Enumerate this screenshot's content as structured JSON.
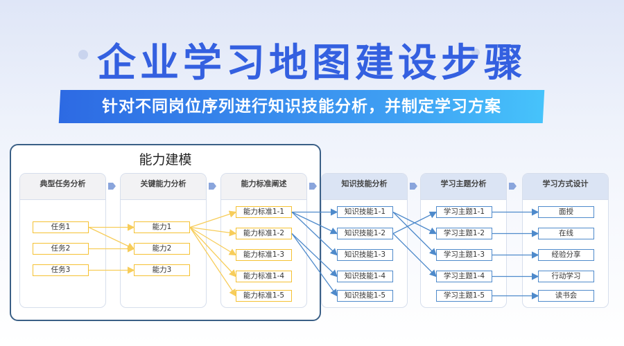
{
  "title": "企业学习地图建设步骤",
  "subtitle": "针对不同岗位序列进行知识技能分析，并制定学习方案",
  "model_group_title": "能力建模",
  "colors": {
    "title": "#3460e0",
    "yellow": "#f5c132",
    "blue": "#4e8acb",
    "frame": "#3a5f86"
  },
  "columns": [
    {
      "header": "典型任务分析",
      "nodes": [
        "任务1",
        "任务2",
        "任务3"
      ]
    },
    {
      "header": "关键能力分析",
      "nodes": [
        "能力1",
        "能力2",
        "能力3"
      ]
    },
    {
      "header": "能力标准阐述",
      "nodes": [
        "能力标准1-1",
        "能力标准1-2",
        "能力标准1-3",
        "能力标准1-4",
        "能力标准1-5"
      ]
    },
    {
      "header": "知识技能分析",
      "nodes": [
        "知识技能1-1",
        "知识技能1-2",
        "知识技能1-3",
        "知识技能1-4",
        "知识技能1-5"
      ]
    },
    {
      "header": "学习主题分析",
      "nodes": [
        "学习主题1-1",
        "学习主题1-2",
        "学习主题1-3",
        "学习主题1-4",
        "学习主题1-5"
      ]
    },
    {
      "header": "学习方式设计",
      "nodes": [
        "面授",
        "在线",
        "经验分享",
        "行动学习",
        "读书会"
      ]
    }
  ],
  "links": [
    [
      [
        0,
        0
      ],
      [
        1,
        0
      ]
    ],
    [
      [
        0,
        0
      ],
      [
        1,
        1
      ]
    ],
    [
      [
        0,
        1
      ],
      [
        1,
        1
      ]
    ],
    [
      [
        0,
        2
      ],
      [
        1,
        2
      ]
    ],
    [
      [
        1,
        0
      ],
      [
        2,
        0
      ]
    ],
    [
      [
        1,
        0
      ],
      [
        2,
        1
      ]
    ],
    [
      [
        1,
        0
      ],
      [
        2,
        2
      ]
    ],
    [
      [
        1,
        0
      ],
      [
        2,
        3
      ]
    ],
    [
      [
        1,
        0
      ],
      [
        2,
        4
      ]
    ],
    [
      [
        2,
        0
      ],
      [
        3,
        0
      ]
    ],
    [
      [
        2,
        0
      ],
      [
        3,
        1
      ]
    ],
    [
      [
        2,
        0
      ],
      [
        3,
        2
      ]
    ],
    [
      [
        2,
        1
      ],
      [
        3,
        3
      ]
    ],
    [
      [
        2,
        1
      ],
      [
        3,
        4
      ]
    ],
    [
      [
        3,
        0
      ],
      [
        4,
        1
      ]
    ],
    [
      [
        3,
        0
      ],
      [
        4,
        2
      ]
    ],
    [
      [
        3,
        1
      ],
      [
        4,
        0
      ]
    ],
    [
      [
        3,
        1
      ],
      [
        4,
        3
      ]
    ],
    [
      [
        4,
        0
      ],
      [
        5,
        0
      ]
    ],
    [
      [
        4,
        1
      ],
      [
        5,
        1
      ]
    ],
    [
      [
        4,
        2
      ],
      [
        5,
        2
      ]
    ],
    [
      [
        4,
        3
      ],
      [
        5,
        3
      ]
    ],
    [
      [
        4,
        4
      ],
      [
        5,
        4
      ]
    ]
  ]
}
